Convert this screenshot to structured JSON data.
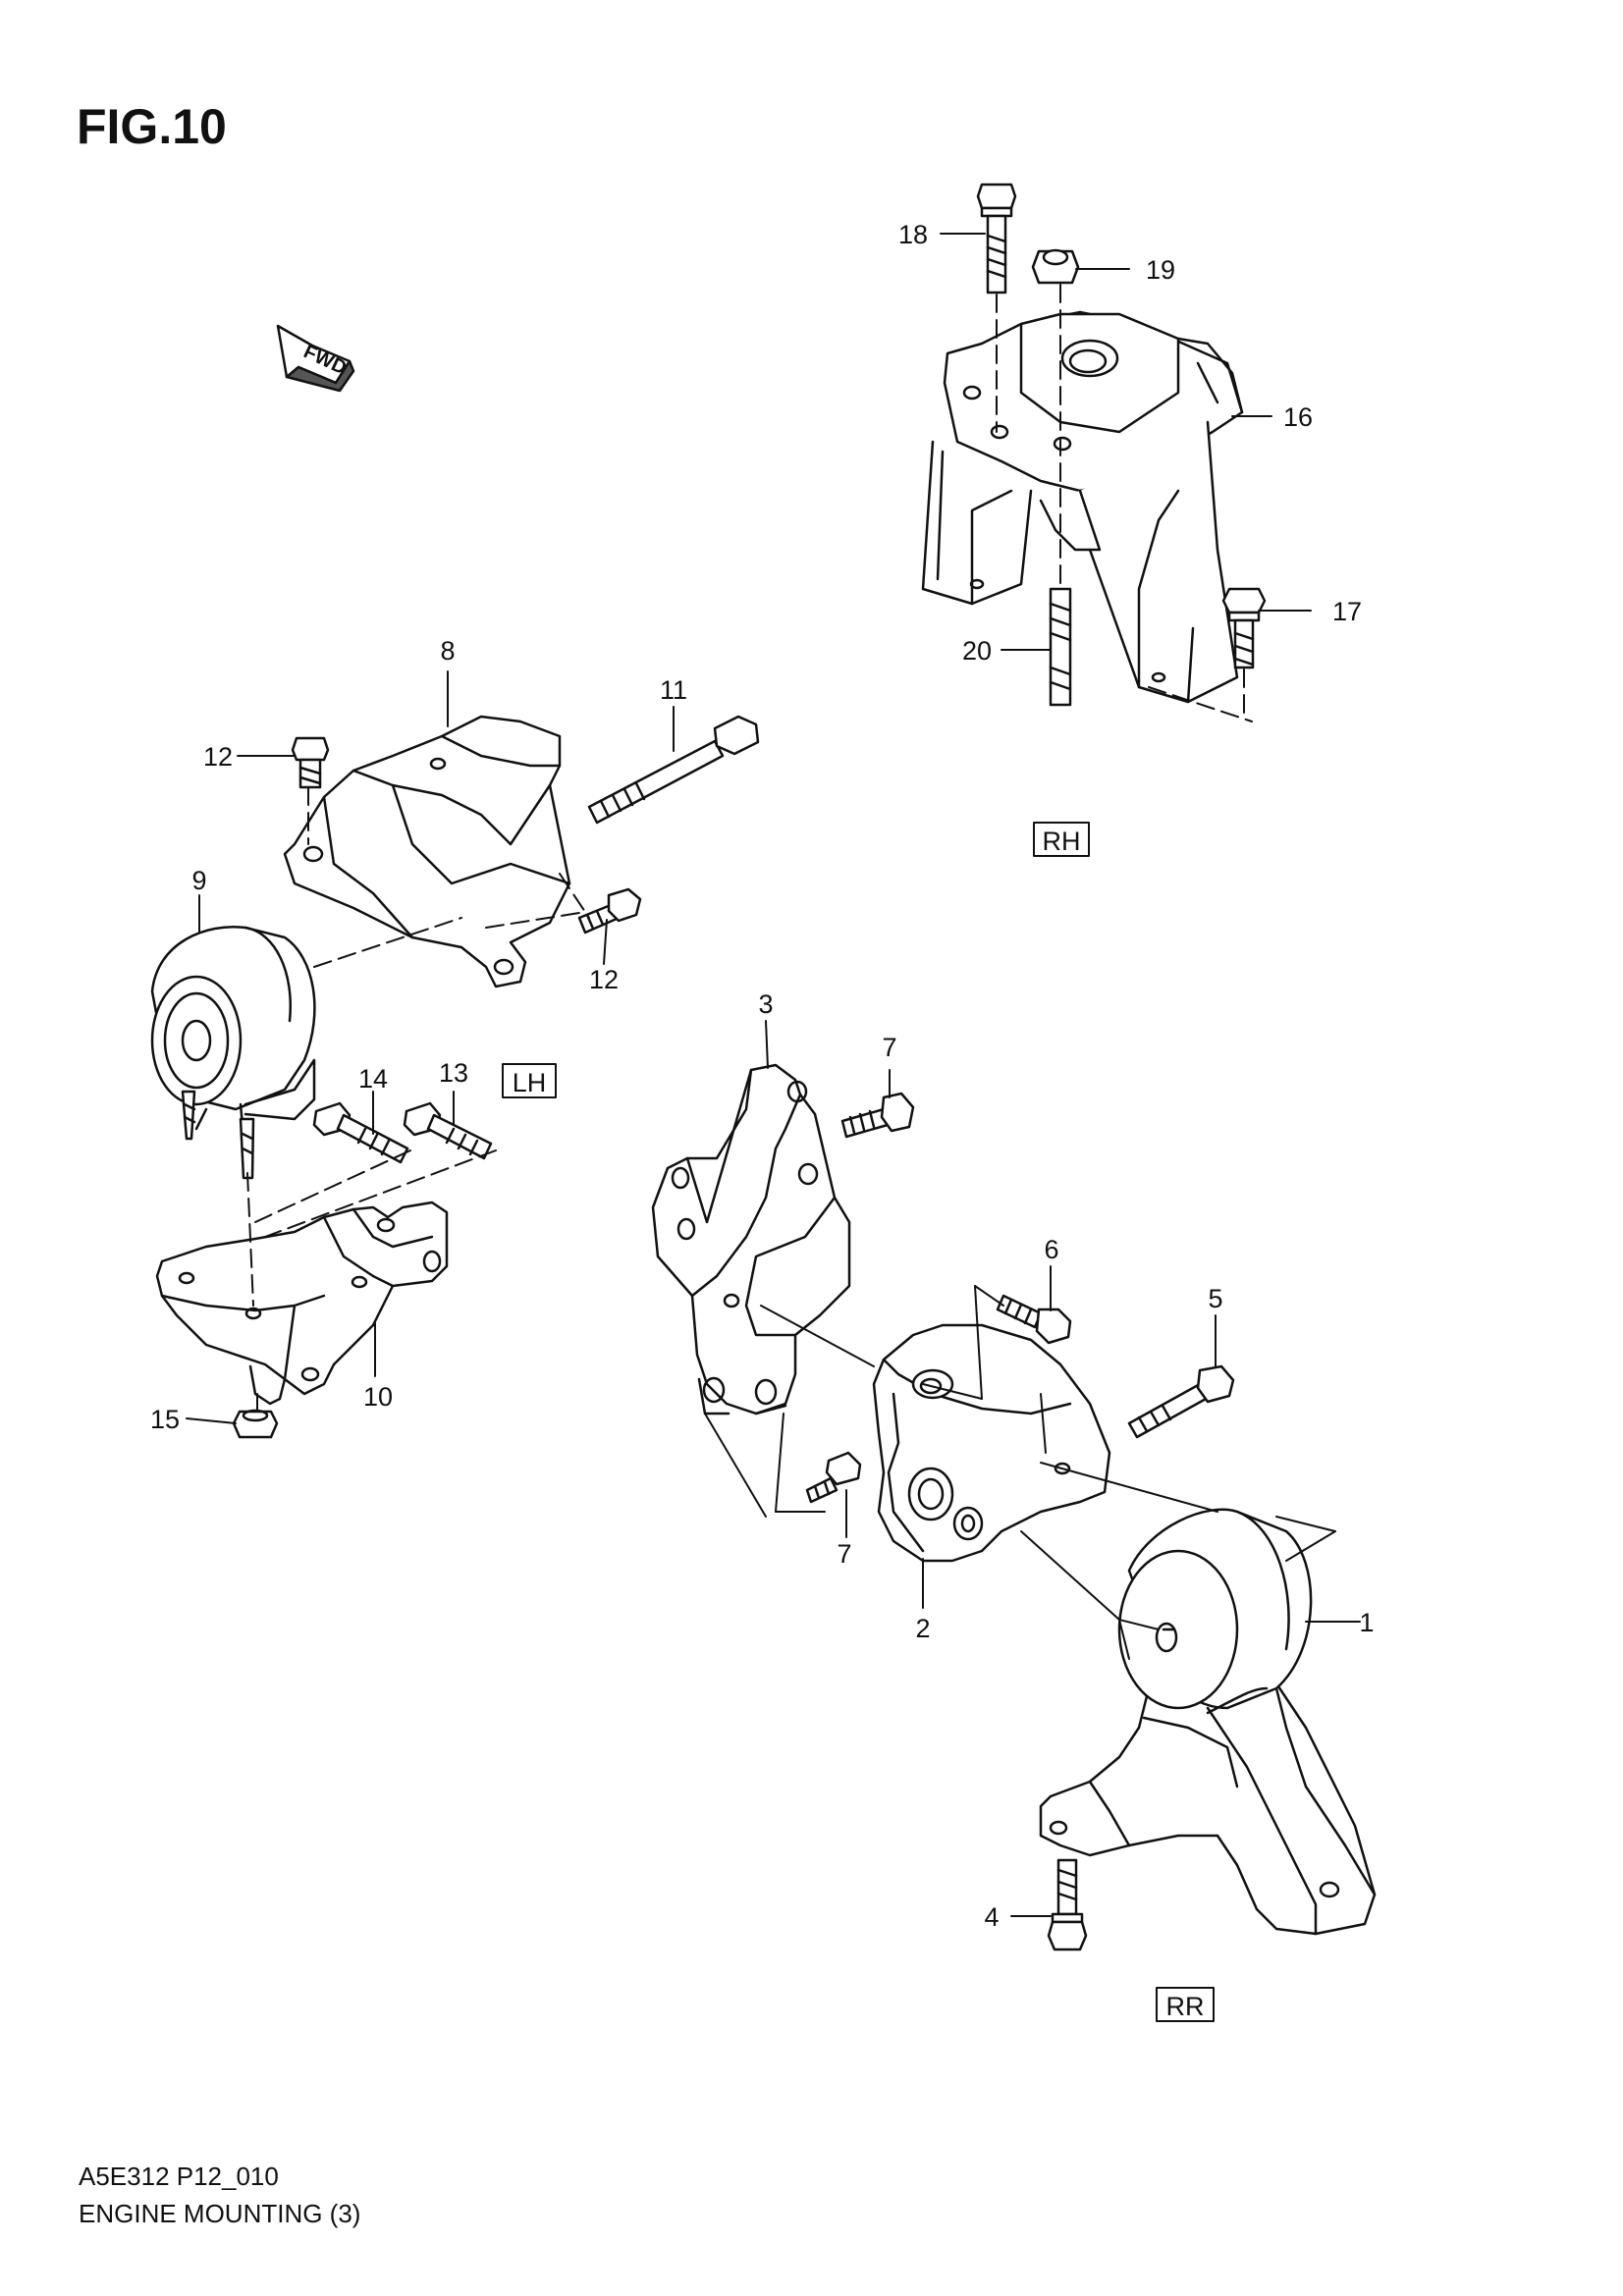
{
  "figure": {
    "title": "FIG.10",
    "code": "A5E312 P12_010",
    "caption": "ENGINE MOUNTING (3)"
  },
  "direction_tag": "FWD",
  "section_tags": {
    "rh": "RH",
    "lh": "LH",
    "rr": "RR"
  },
  "callouts": [
    {
      "id": "callout-18",
      "label": "18"
    },
    {
      "id": "callout-19",
      "label": "19"
    },
    {
      "id": "callout-16",
      "label": "16"
    },
    {
      "id": "callout-17",
      "label": "17"
    },
    {
      "id": "callout-20",
      "label": "20"
    },
    {
      "id": "callout-8",
      "label": "8"
    },
    {
      "id": "callout-11",
      "label": "11"
    },
    {
      "id": "callout-12-top",
      "label": "12"
    },
    {
      "id": "callout-12-bottom",
      "label": "12"
    },
    {
      "id": "callout-9",
      "label": "9"
    },
    {
      "id": "callout-14",
      "label": "14"
    },
    {
      "id": "callout-13",
      "label": "13"
    },
    {
      "id": "callout-10",
      "label": "10"
    },
    {
      "id": "callout-15",
      "label": "15"
    },
    {
      "id": "callout-3",
      "label": "3"
    },
    {
      "id": "callout-7-top",
      "label": "7"
    },
    {
      "id": "callout-7-bottom",
      "label": "7"
    },
    {
      "id": "callout-6",
      "label": "6"
    },
    {
      "id": "callout-5",
      "label": "5"
    },
    {
      "id": "callout-2",
      "label": "2"
    },
    {
      "id": "callout-1",
      "label": "1"
    },
    {
      "id": "callout-4",
      "label": "4"
    }
  ]
}
